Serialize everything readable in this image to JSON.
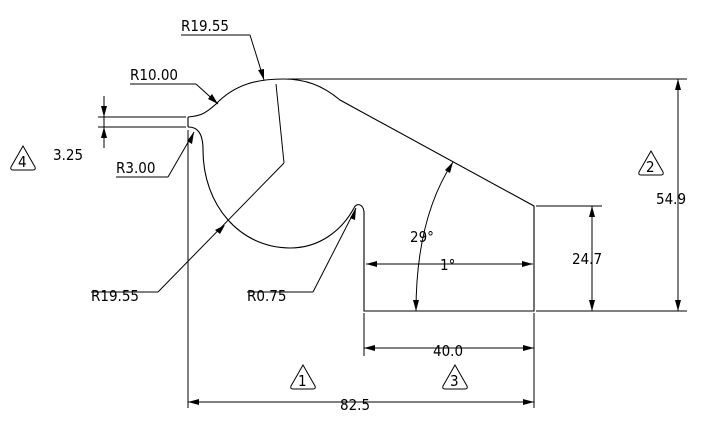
{
  "dimensions": {
    "overall_width": "82.5",
    "overall_height": "54.9",
    "lower_width": "40.0",
    "lower_height": "24.7",
    "top_offset": "3.25",
    "angle_large": "29°",
    "angle_small": "1°"
  },
  "radii": {
    "r_top": "R19.55",
    "r_shoulder": "R10.00",
    "r_inner_corner": "R3.00",
    "r_hook": "R19.55",
    "r_tip": "R0.75"
  },
  "markers": {
    "m1": "1",
    "m2": "2",
    "m3": "3",
    "m4": "4"
  },
  "colors": {
    "line": "#000000",
    "background": "#ffffff"
  }
}
